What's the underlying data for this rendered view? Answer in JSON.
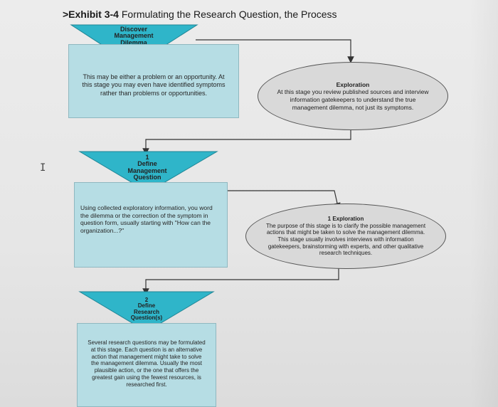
{
  "title": {
    "exhibit": ">Exhibit 3-4",
    "text": "Formulating the Research Question, the Process"
  },
  "colors": {
    "triangle": "#2fb5c9",
    "box": "#b6dde4",
    "ellipse": "#d9d9d9",
    "line": "#333333"
  },
  "step1": {
    "triangle_lines": [
      "Discover",
      "Management",
      "Dilemma"
    ],
    "box_text": "This may be either a problem or an opportunity. At this stage you may even have identified symptoms rather than problems or opportunities.",
    "exploration_title": "Exploration",
    "exploration_text": "At this stage you review published sources and interview information gatekeepers to understand the true management dilemma, not just its symptoms."
  },
  "step2": {
    "triangle_lines": [
      "1",
      "Define",
      "Management",
      "Question"
    ],
    "box_text": "Using collected exploratory information, you word the dilemma or the correction of the symptom in question form, usually starting with \"How can the organization...?\"",
    "exploration_title": "1 Exploration",
    "exploration_text": "The purpose of this stage is to clarify the possible management actions that might be taken to solve the management dilemma. This stage usually involves interviews with information gatekeepers, brainstorming with experts, and other qualitative research techniques."
  },
  "step3": {
    "triangle_lines": [
      "2",
      "Define",
      "Research",
      "Question(s)"
    ],
    "box_text": "Several research questions may be formulated at this stage. Each question is an alternative action that management might take to solve the management dilemma. Usually the most plausible action, or the one that offers the greatest gain using the fewest resources, is researched first."
  },
  "cursor": "I"
}
